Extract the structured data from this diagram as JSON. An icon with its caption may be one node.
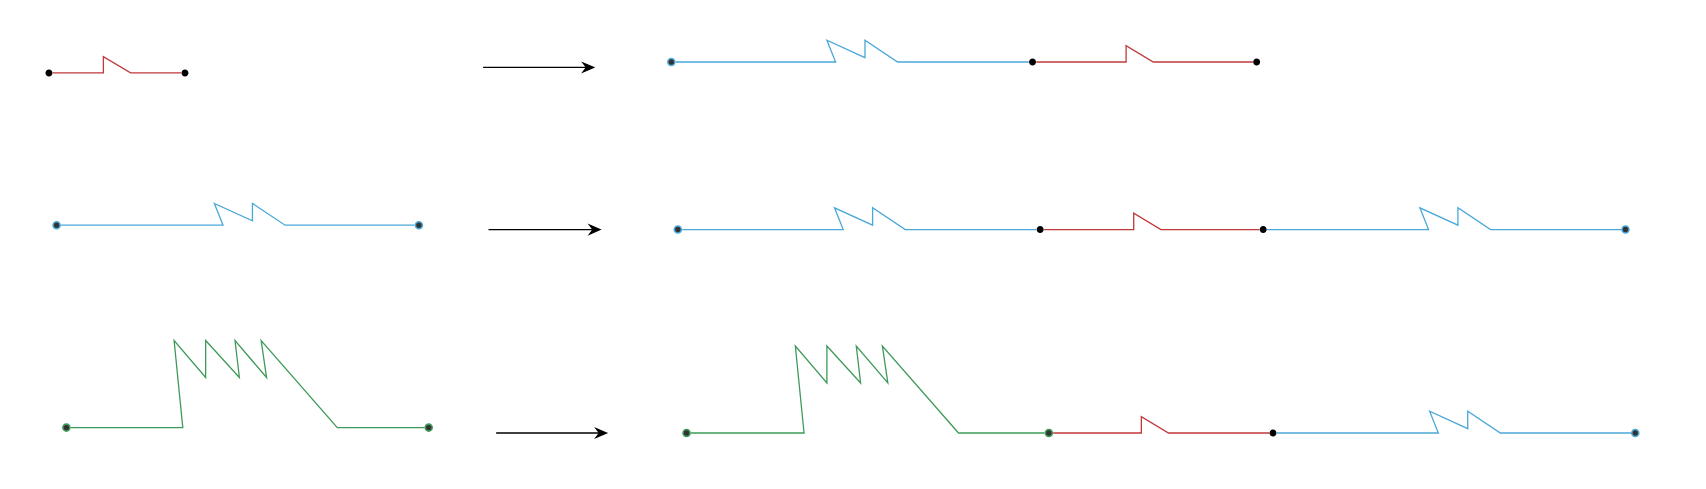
{
  "diagram": {
    "nodes": [
      {
        "text": [],
        "shape": "circle"
      },
      {
        "text": [],
        "shape": "circle"
      },
      {
        "text": [],
        "shape": "circle"
      },
      {
        "text": [],
        "shape": "circle"
      },
      {
        "text": [],
        "shape": "circle"
      },
      {
        "text": [],
        "shape": "circle"
      },
      {
        "text": [],
        "shape": "circle"
      },
      {
        "text": [],
        "shape": "circle"
      },
      {
        "text": [],
        "shape": "circle"
      },
      {
        "text": [],
        "shape": "circle"
      },
      {
        "text": [],
        "shape": "circle"
      },
      {
        "text": [],
        "shape": "circle"
      },
      {
        "text": [],
        "shape": "circle"
      },
      {
        "text": [],
        "shape": "circle"
      },
      {
        "text": [],
        "shape": "circle"
      },
      {
        "text": [],
        "shape": "circle"
      },
      {
        "text": [],
        "shape": "circle"
      }
    ],
    "edges": [
      {
        "from": 0,
        "to": 1,
        "arrow": "none",
        "color": "#c0393b"
      },
      {
        "from": 2,
        "to": 3,
        "arrow": "none",
        "color": "#4aa8d8"
      },
      {
        "from": 3,
        "to": 4,
        "arrow": "none",
        "color": "#c0393b"
      },
      {
        "from": 5,
        "to": 6,
        "arrow": "none",
        "color": "#4aa8d8"
      },
      {
        "from": 7,
        "to": 8,
        "arrow": "none",
        "color": "#4aa8d8"
      },
      {
        "from": 8,
        "to": 9,
        "arrow": "none",
        "color": "#c0393b"
      },
      {
        "from": 9,
        "to": 10,
        "arrow": "none",
        "color": "#4aa8d8"
      },
      {
        "from": 11,
        "to": 12,
        "arrow": "none",
        "color": "#3f9a5a"
      },
      {
        "from": 13,
        "to": 14,
        "arrow": "none",
        "color": "#3f9a5a"
      },
      {
        "from": 14,
        "to": 15,
        "arrow": "none",
        "color": "#c0393b"
      },
      {
        "from": 15,
        "to": 16,
        "arrow": "none",
        "color": "#4aa8d8"
      }
    ]
  }
}
